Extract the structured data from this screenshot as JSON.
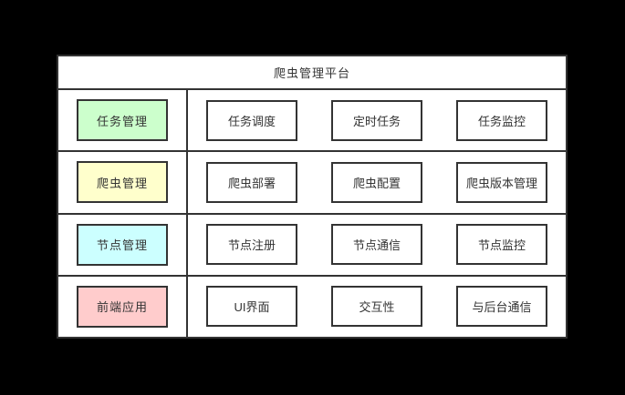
{
  "diagram": {
    "title": "爬虫管理平台",
    "colors": {
      "background": "#000000",
      "panel": "#ffffff",
      "border": "#333333",
      "text": "#333333",
      "task_management": "#ccffcc",
      "crawler_management": "#ffffcc",
      "node_management": "#ccffff",
      "frontend_app": "#ffcccc"
    },
    "rows": [
      {
        "category": "任务管理",
        "color": "#ccffcc",
        "items": [
          "任务调度",
          "定时任务",
          "任务监控"
        ]
      },
      {
        "category": "爬虫管理",
        "color": "#ffffcc",
        "items": [
          "爬虫部署",
          "爬虫配置",
          "爬虫版本管理"
        ]
      },
      {
        "category": "节点管理",
        "color": "#ccffff",
        "items": [
          "节点注册",
          "节点通信",
          "节点监控"
        ]
      },
      {
        "category": "前端应用",
        "color": "#ffcccc",
        "items": [
          "UI界面",
          "交互性",
          "与后台通信"
        ]
      }
    ]
  }
}
